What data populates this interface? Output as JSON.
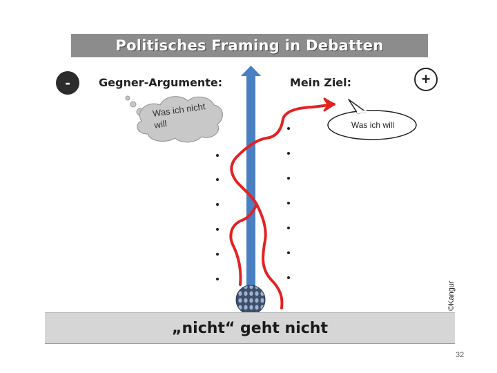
{
  "title": "Politisches Framing in Debatten",
  "left_heading": "Gegner-Argumente:",
  "right_heading": "Mein Ziel:",
  "minus_symbol": "-",
  "plus_symbol": "+",
  "cloud_text": "Was ich nicht will",
  "bubble_text": "Was ich will",
  "bottom_text": "„nicht“ geht nicht",
  "copyright": "©Kangur",
  "page_number": "32",
  "colors": {
    "title_bar": "#8c8c8c",
    "arrow": "#4a7fc1",
    "path": "#e32222",
    "bottom_bar": "#d6d6d6"
  }
}
